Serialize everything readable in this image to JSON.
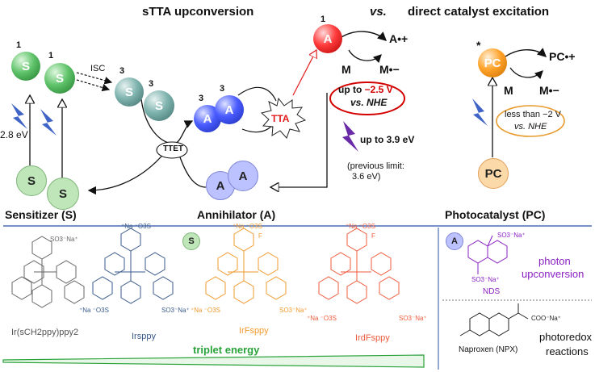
{
  "top": {
    "stta_title": "sTTA upconversion",
    "vs_label": "vs.",
    "direct_title": "direct catalyst excitation",
    "sensitizer": {
      "ball": "S",
      "singlet_mark": "1",
      "triplet_mark": "3",
      "isc": "ISC",
      "energy": "2.8 eV",
      "label": "Sensitizer (S)"
    },
    "annihilator": {
      "ball": "A",
      "triplet_mark": "3",
      "singlet_mark": "1",
      "tta": "TTA",
      "ttet": "TTET",
      "label": "Annihilator (A)",
      "radical_cation": "A•+"
    },
    "redox": {
      "M": "M",
      "M_anion": "M•−",
      "line1_pre": "up to ",
      "line1_val": "−2.5 V",
      "line2": "vs. NHE",
      "color": "#d40000"
    },
    "energy_note": {
      "main": "up to 3.9 eV",
      "prev1": "(previous limit:",
      "prev2": "3.6 eV)"
    },
    "photocatalyst": {
      "ball": "PC",
      "excited": "*",
      "radical_cation": "PC•+",
      "M": "M",
      "M_anion": "M•−",
      "line1": "less than −2 V",
      "line2": "vs. NHE",
      "label": "Photocatalyst (PC)"
    }
  },
  "bottom": {
    "s_badge": "S",
    "a_badge": "A",
    "molecules": [
      {
        "name": "Ir(sCH2ppy)ppy2",
        "color": "#555555"
      },
      {
        "name": "Irsppy",
        "color": "#3a5a8c"
      },
      {
        "name": "IrFsppy",
        "color": "#f29a2e"
      },
      {
        "name": "IrdFsppy",
        "color": "#ef5a3c"
      }
    ],
    "triplet_energy": "triplet energy",
    "nds": {
      "name": "NDS",
      "label1": "photon",
      "label2": "upconversion",
      "so3": "SO3⁻Na⁺"
    },
    "npx": {
      "name": "Naproxen (NPX)",
      "coona": "COO⁻Na⁺",
      "label1": "photoredox",
      "label2": "reactions"
    },
    "substituents": {
      "so3na": "SO3⁻Na⁺",
      "naso3": "⁺Na ⁻O3S",
      "f": "F"
    }
  },
  "colors": {
    "divider": "#4a6fb5",
    "green": "#2aa23a",
    "purple": "#8a1fc4",
    "bolt": "#3f63c7",
    "bolt_purple": "#6a2aa8"
  }
}
